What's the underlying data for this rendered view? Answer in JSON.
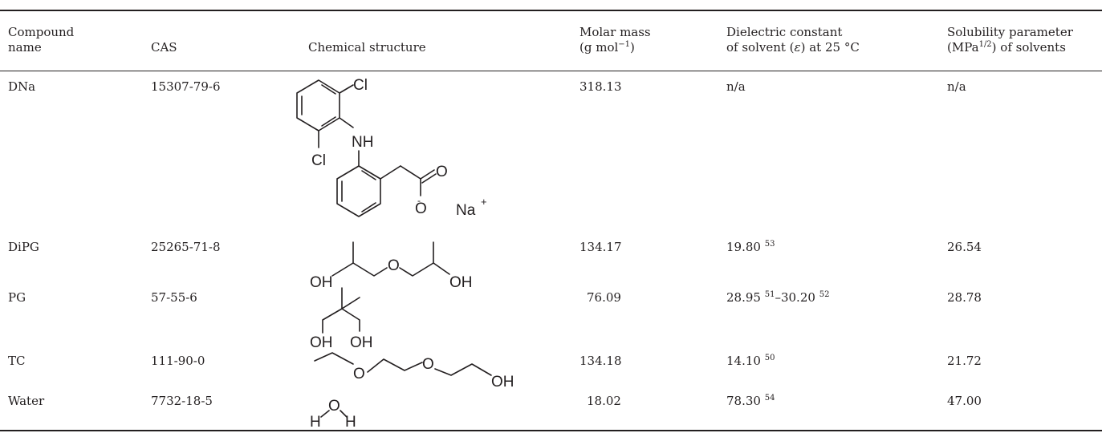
{
  "table": {
    "headers": {
      "compound": [
        "Compound",
        "name"
      ],
      "cas": "CAS",
      "structure": "Chemical structure",
      "molar": [
        "Molar mass",
        "(g mol",
        "−1",
        ")"
      ],
      "dielectric": [
        "Dielectric constant",
        "of solvent (",
        "ε",
        ") at 25 °C"
      ],
      "solubility": [
        "Solubility parameter",
        "(MPa",
        "1/2",
        ") of solvents"
      ]
    },
    "rows": [
      {
        "name": "DNa",
        "cas": "15307-79-6",
        "molar": "318.13",
        "dielectric": "n/a",
        "dielectric_ref": "",
        "solubility": "n/a",
        "structure_labels": {
          "cl1": "Cl",
          "nh": "NH",
          "cl2": "Cl",
          "o": "O",
          "o_minus": "O",
          "minus": "-",
          "na": "Na",
          "plus": "+"
        }
      },
      {
        "name": "DiPG",
        "cas": "25265-71-8",
        "molar": "134.17",
        "dielectric": "19.80",
        "dielectric_ref": "53",
        "solubility": "26.54",
        "structure_labels": {
          "oh1": "OH",
          "o": "O",
          "oh2": "OH"
        }
      },
      {
        "name": "PG",
        "cas": "57-55-6",
        "molar": "76.09",
        "dielectric": "28.95",
        "dielectric_ref": "51",
        "dielectric_dash": "–",
        "dielectric2": "30.20",
        "dielectric_ref2": "52",
        "solubility": "28.78",
        "structure_labels": {
          "oh1": "OH",
          "oh2": "OH"
        }
      },
      {
        "name": "TC",
        "cas": "111-90-0",
        "molar": "134.18",
        "dielectric": "14.10",
        "dielectric_ref": "50",
        "solubility": "21.72",
        "structure_labels": {
          "o1": "O",
          "o2": "O",
          "oh": "OH"
        }
      },
      {
        "name": "Water",
        "cas": "7732-18-5",
        "molar": "18.02",
        "dielectric": "78.30",
        "dielectric_ref": "54",
        "solubility": "47.00",
        "structure_labels": {
          "h1": "H",
          "o": "O",
          "h2": "H"
        }
      }
    ]
  }
}
